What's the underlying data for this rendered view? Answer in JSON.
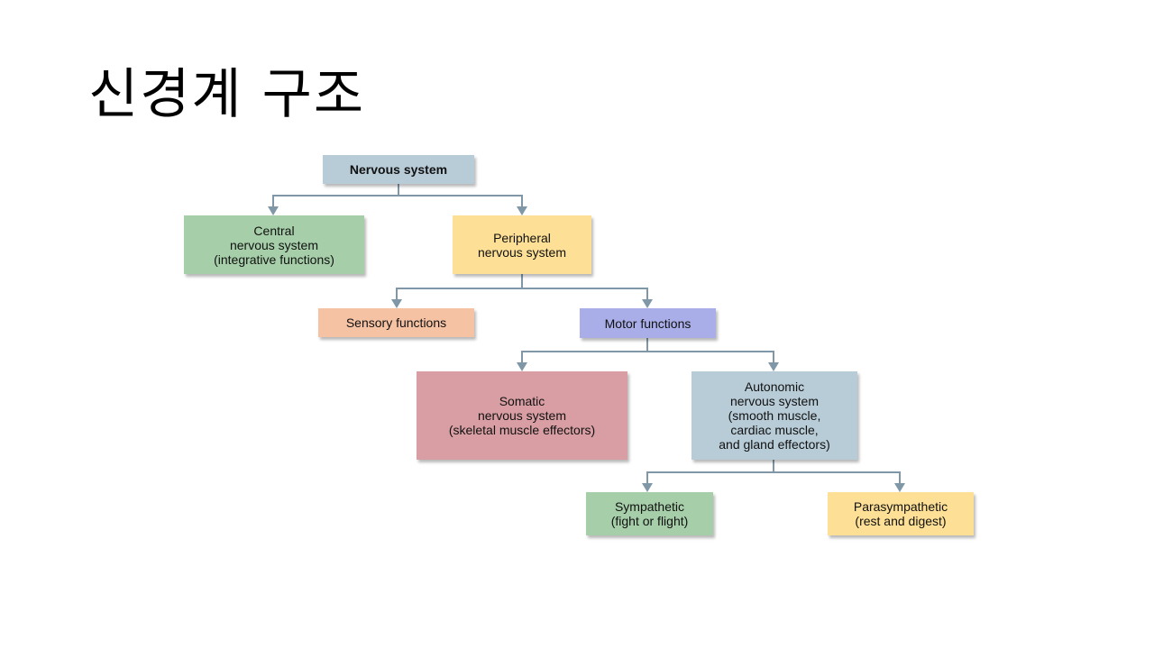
{
  "slide": {
    "title": "신경계 구조"
  },
  "colors": {
    "blue_gray": "#b8ccd8",
    "green": "#a6cfa9",
    "yellow": "#fde096",
    "peach": "#f6c2a4",
    "purple": "#a9aee8",
    "rose": "#d89ea3",
    "connector": "#7f97a6"
  },
  "nodes": {
    "nervous_system": "Nervous system",
    "central": "Central\nnervous system\n(integrative functions)",
    "peripheral": "Peripheral\nnervous system",
    "sensory": "Sensory functions",
    "motor": "Motor functions",
    "somatic": "Somatic\nnervous system\n(skeletal muscle effectors)",
    "autonomic": "Autonomic\nnervous system\n(smooth muscle,\ncardiac muscle,\nand gland effectors)",
    "sympathetic": "Sympathetic\n(fight or flight)",
    "parasympathetic": "Parasympathetic\n(rest and digest)"
  }
}
